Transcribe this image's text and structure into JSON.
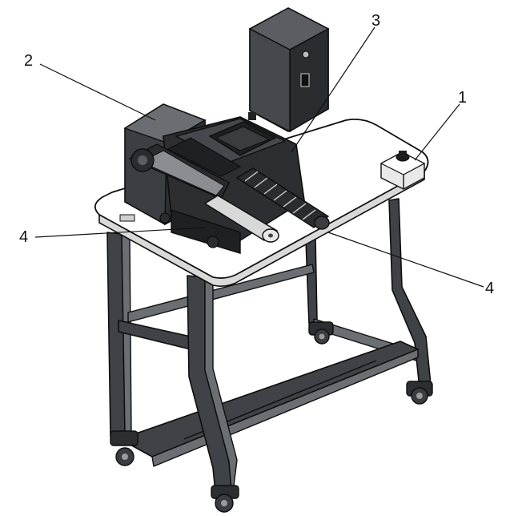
{
  "figure": {
    "callouts": {
      "c1": "1",
      "c2": "2",
      "c3": "3",
      "c4_left": "4",
      "c4_right": "4"
    }
  },
  "colors": {
    "line": "#0e0e0e",
    "frame": "#3f4246",
    "table_top": "#ffffff",
    "housing": "#2c2e31",
    "roller": "#d8d8d8"
  },
  "icons": {
    "table": "workbench-icon",
    "control_box": "electrical-cabinet-icon",
    "button": "push-button-icon"
  }
}
